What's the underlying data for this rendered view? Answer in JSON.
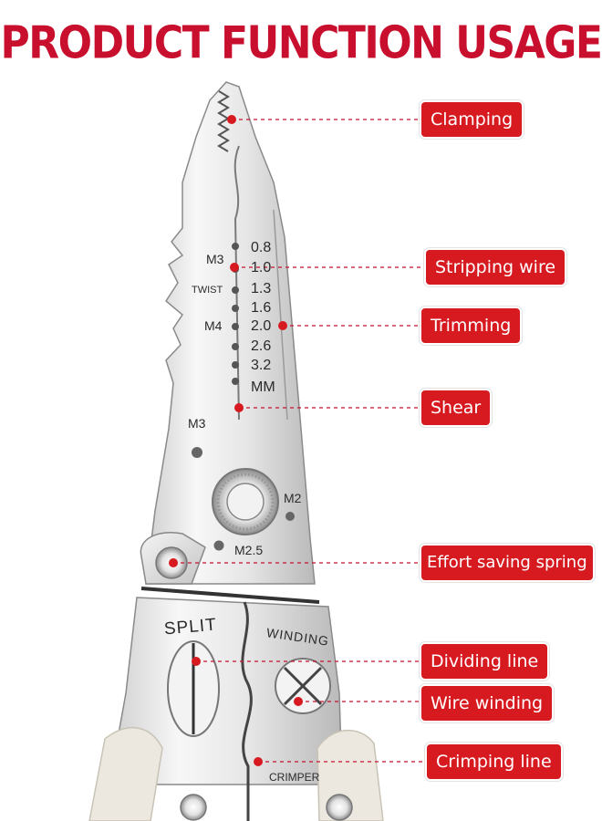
{
  "title": "PRODUCT FUNCTION USAGE",
  "callouts": [
    {
      "label": "Clamping"
    },
    {
      "label": "Stripping wire"
    },
    {
      "label": "Trimming"
    },
    {
      "label": "Shear"
    },
    {
      "label": "Effort saving spring"
    },
    {
      "label": "Dividing line"
    },
    {
      "label": "Wire winding"
    },
    {
      "label": "Crimping line"
    }
  ],
  "tool_markings": {
    "gauges": [
      "0.8",
      "1.0",
      "1.3",
      "1.6",
      "2.0",
      "2.6",
      "3.2",
      "MM"
    ],
    "m3_top": "M3",
    "twist": "TWIST",
    "m4": "M4",
    "m3": "M3",
    "m2": "M2",
    "m25": "M2.5",
    "split": "SPLIT",
    "winding": "WINDING",
    "crimper": "CRIMPER"
  },
  "colors": {
    "accent": "#d71920",
    "title": "#c8102e",
    "steel": "#e4e4e4",
    "handle": "#ece8e0"
  }
}
